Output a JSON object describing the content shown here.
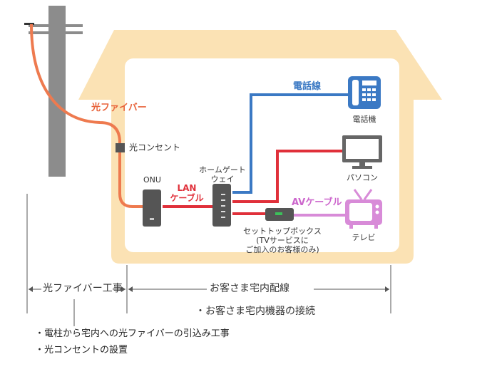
{
  "labels": {
    "fiber": "光ファイバー",
    "fiber_outlet": "光コンセント",
    "onu": "ONU",
    "lan_1": "LAN",
    "lan_2": "ケーブル",
    "hgw_1": "ホームゲート",
    "hgw_2": "ウェイ",
    "phone_line": "電話線",
    "phone": "電話機",
    "pc": "パソコン",
    "av_cable": "AVケーブル",
    "stb": "セットトップボックス",
    "stb_note_1": "(TVサービスに",
    "stb_note_2": "ご加入のお客様のみ)",
    "tv": "テレビ"
  },
  "sections": {
    "left_title": "光ファイバー工事",
    "right_title": "お客さま宅内配線",
    "right_item": "・お客さま宅内機器の接続",
    "left_items": [
      "・電柱から宅内への光ファイバーの引込み工事",
      "・光コンセントの設置"
    ]
  },
  "colors": {
    "house": "#fbe2b4",
    "fiber": "#ee7a4f",
    "lan": "#e0303a",
    "phone_line": "#3b79c4",
    "av": "#d88bd8",
    "pole": "#8c8c8c"
  }
}
